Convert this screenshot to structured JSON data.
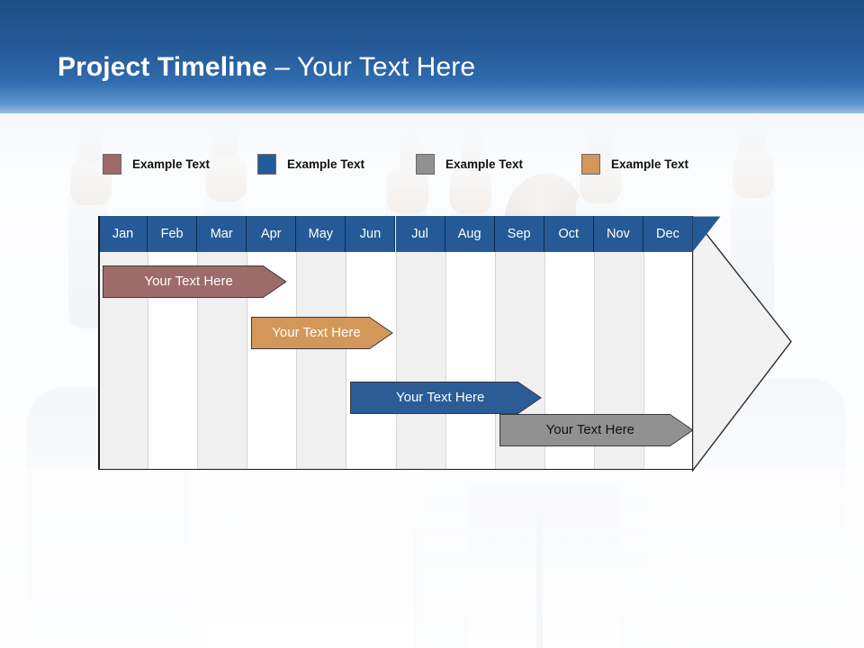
{
  "slide": {
    "title_bold": "Project Timeline",
    "title_separator": " – ",
    "title_rest": "Your Text Here",
    "background": "photo of a team with raised thumbs-up hands, faded",
    "header_gradient_top": "#1f4e86",
    "header_gradient_bottom": "#9dc0e2"
  },
  "legend": {
    "items": [
      {
        "label": "Example Text",
        "color": "#9E6B6B",
        "swatch_name": "legend-swatch-maroon"
      },
      {
        "label": "Example Text",
        "color": "#235C99",
        "swatch_name": "legend-swatch-blue"
      },
      {
        "label": "Example Text",
        "color": "#919191",
        "swatch_name": "legend-swatch-gray"
      },
      {
        "label": "Example Text",
        "color": "#D4975A",
        "swatch_name": "legend-swatch-orange"
      }
    ]
  },
  "chart_data": {
    "type": "bar",
    "title": "Project Timeline – Your Text Here",
    "xlabel": "",
    "ylabel": "",
    "categories": [
      "Jan",
      "Feb",
      "Mar",
      "Apr",
      "May",
      "Jun",
      "Jul",
      "Aug",
      "Sep",
      "Oct",
      "Nov",
      "Dec"
    ],
    "header_color": "#255A96",
    "header_text_color": "#ffffff",
    "grid": true,
    "column_shading": [
      "shade",
      "plain",
      "shade",
      "plain",
      "shade",
      "plain",
      "shade",
      "plain",
      "shade",
      "plain",
      "shade",
      "plain"
    ],
    "series": [
      {
        "name": "Example Text",
        "label": "Your  Text Here",
        "color": "#9E6B6B",
        "text_color": "#ffffff",
        "start_month": "Jan",
        "end_month": "Apr",
        "start_index": 0,
        "end_index": 3.8,
        "row": 0
      },
      {
        "name": "Example Text",
        "label": "Your  Text Here",
        "color": "#D4975A",
        "text_color": "#ffffff",
        "start_month": "Apr",
        "end_month": "Jun",
        "start_index": 3.0,
        "end_index": 5.95,
        "row": 1
      },
      {
        "name": "Example Text",
        "label": "Your  Text Here",
        "color": "#2B5C96",
        "text_color": "#ffffff",
        "start_month": "Jun",
        "end_month": "Sep",
        "start_index": 5.0,
        "end_index": 8.95,
        "row": 2
      },
      {
        "name": "Example Text",
        "label": "Your  Text Here",
        "color": "#919191",
        "text_color": "#111111",
        "start_month": "Sep",
        "end_month": "Dec",
        "start_index": 8.0,
        "end_index": 12.0,
        "row": 3
      }
    ]
  }
}
